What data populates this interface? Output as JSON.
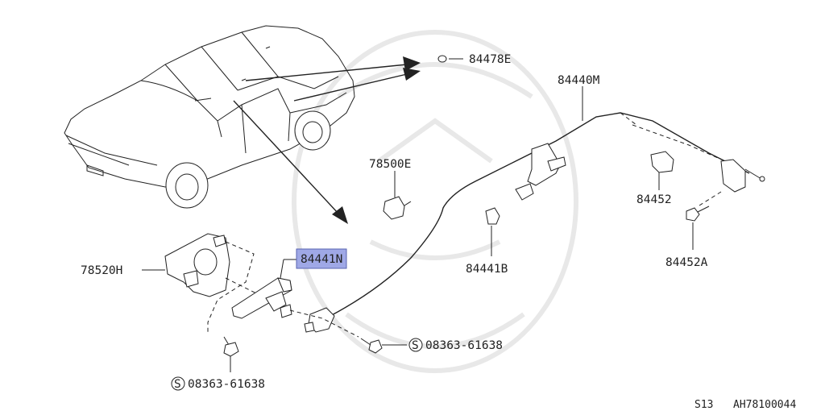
{
  "parts": {
    "p84478E": "84478E",
    "p84440M": "84440M",
    "p78500E": "78500E",
    "p84452": "84452",
    "p84441B": "84441B",
    "p84452A": "84452A",
    "p78520H": "78520H",
    "p84441N": "84441N",
    "bolt_right": "08363-61638",
    "bolt_left": "08363-61638"
  },
  "footer": {
    "section": "S13",
    "code": "AH78100044"
  },
  "colors": {
    "highlight": "#9fa8e6",
    "line": "#222222"
  }
}
